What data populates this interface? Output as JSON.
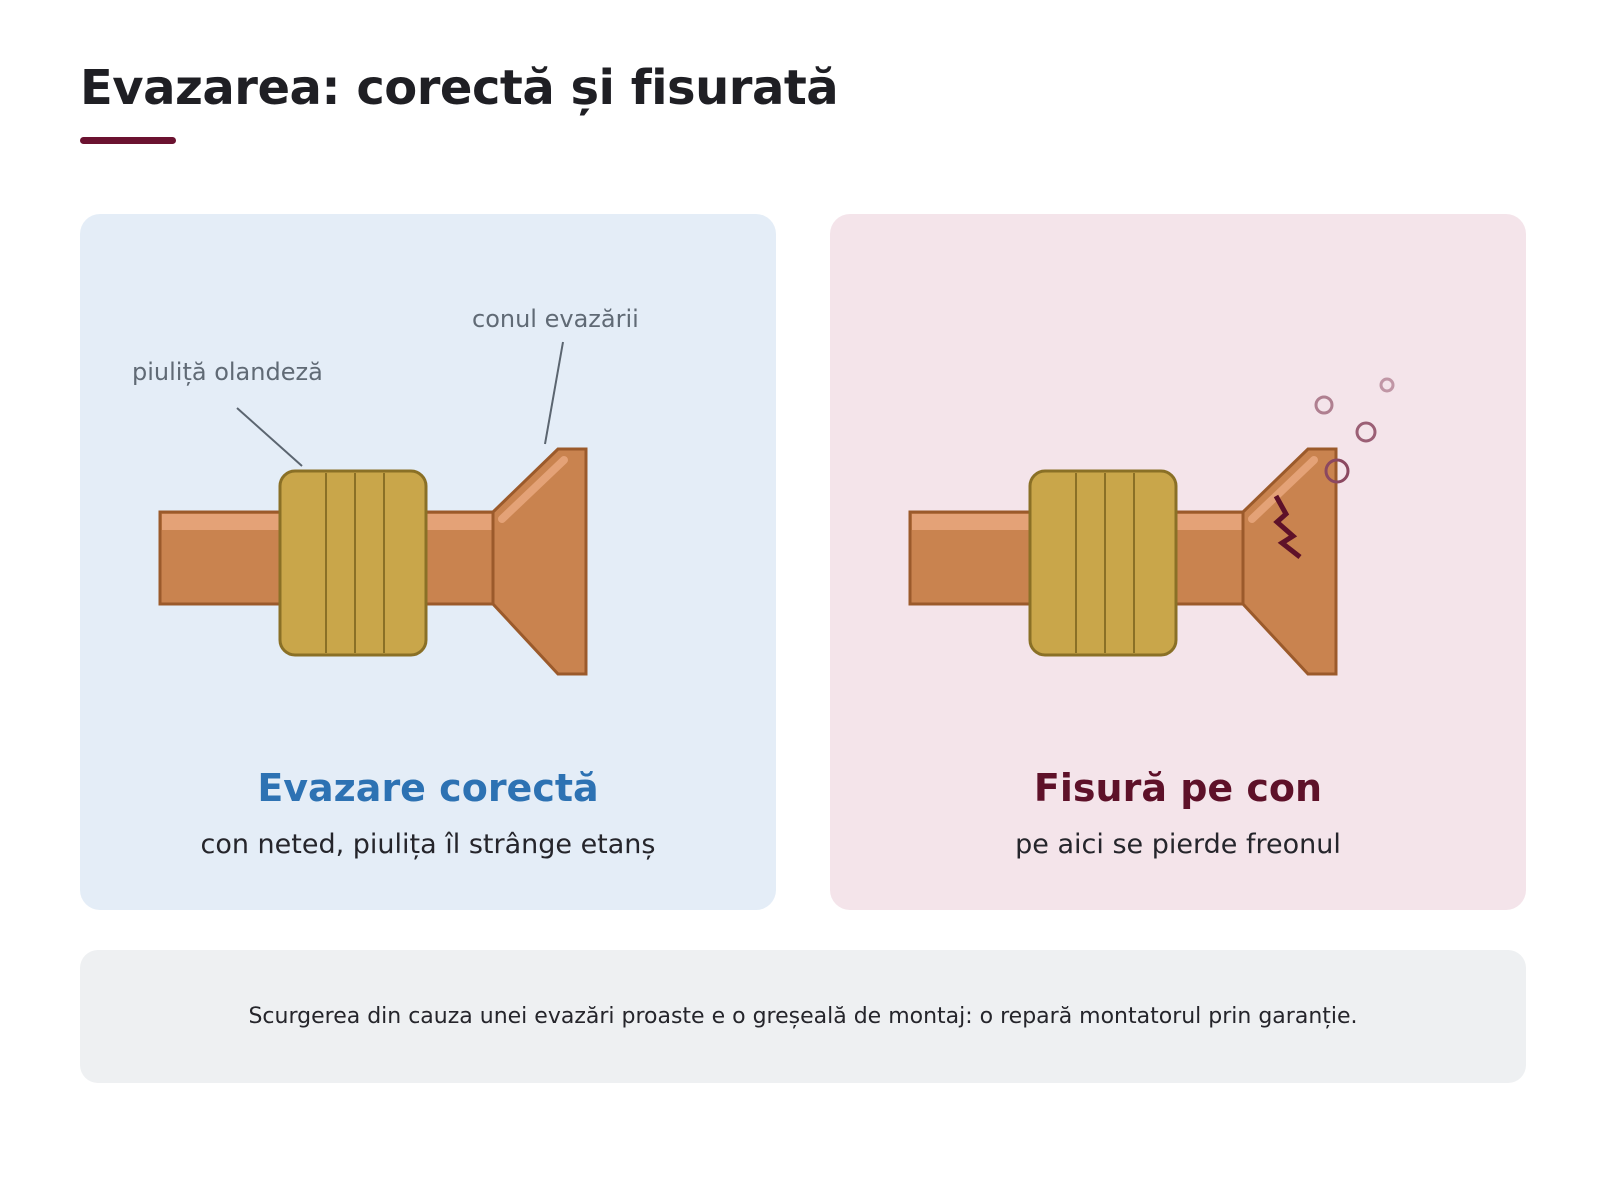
{
  "title": "Evazarea: corectă și fisurată",
  "colors": {
    "accent_underline": "#6b1230",
    "panel_good_bg": "#e4edf7",
    "panel_bad_bg": "#f4e4ea",
    "note_bg": "#eef0f2",
    "good_heading": "#2d72b3",
    "bad_heading": "#5e1129",
    "copper": "#c9834f",
    "copper_outline": "#9b5a2b",
    "copper_highlight": "#e4a277",
    "nut": "#c9a64a",
    "nut_outline": "#8a7026",
    "crack": "#5e1129",
    "bubble": "#8b4860"
  },
  "panels": {
    "good": {
      "heading": "Evazare corectă",
      "caption": "con neted, piulița îl strânge etanș",
      "callouts": {
        "nut": "piuliță olandeză",
        "cone": "conul evazării"
      }
    },
    "bad": {
      "heading": "Fisură pe con",
      "caption": "pe aici se pierde freonul"
    }
  },
  "note": "Scurgerea din cauza unei evazări proaste e o greșeală de montaj: o repară montatorul prin garanție."
}
